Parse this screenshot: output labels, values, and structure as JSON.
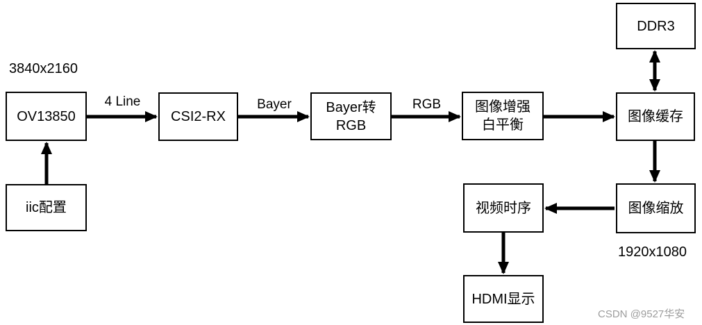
{
  "diagram": {
    "type": "flowchart",
    "description": "Video capture and display pipeline block diagram",
    "nodes": {
      "ov13850": {
        "label": "OV13850"
      },
      "iic_config": {
        "label": "iic配置"
      },
      "csi2_rx": {
        "label": "CSI2-RX"
      },
      "bayer_to_rgb": {
        "line1": "Bayer转",
        "line2": "RGB"
      },
      "enhance_wb": {
        "line1": "图像增强",
        "line2": "白平衡"
      },
      "ddr3": {
        "label": "DDR3"
      },
      "frame_buffer": {
        "label": "图像缓存"
      },
      "scaler": {
        "label": "图像缩放"
      },
      "video_timing": {
        "label": "视频时序"
      },
      "hdmi_display": {
        "label": "HDMI显示"
      }
    },
    "edges": [
      {
        "from": "ov13850",
        "to": "csi2_rx",
        "label": "4 Line",
        "direction": "right"
      },
      {
        "from": "csi2_rx",
        "to": "bayer_to_rgb",
        "label": "Bayer",
        "direction": "right"
      },
      {
        "from": "bayer_to_rgb",
        "to": "enhance_wb",
        "label": "RGB",
        "direction": "right"
      },
      {
        "from": "enhance_wb",
        "to": "frame_buffer",
        "label": "",
        "direction": "right"
      },
      {
        "from": "ddr3",
        "to": "frame_buffer",
        "label": "",
        "direction": "both"
      },
      {
        "from": "frame_buffer",
        "to": "scaler",
        "label": "",
        "direction": "down"
      },
      {
        "from": "scaler",
        "to": "video_timing",
        "label": "",
        "direction": "left"
      },
      {
        "from": "video_timing",
        "to": "hdmi_display",
        "label": "",
        "direction": "down"
      },
      {
        "from": "iic_config",
        "to": "ov13850",
        "label": "",
        "direction": "up"
      }
    ],
    "annotations": {
      "sensor_resolution": "3840x2160",
      "output_resolution": "1920x1080"
    },
    "watermark": {
      "text": "CSDN @9527华安"
    },
    "colors": {
      "box_border": "#000000",
      "box_fill": "#ffffff",
      "arrow": "#000000",
      "text": "#000000",
      "watermark": "#9c9c9c"
    }
  }
}
